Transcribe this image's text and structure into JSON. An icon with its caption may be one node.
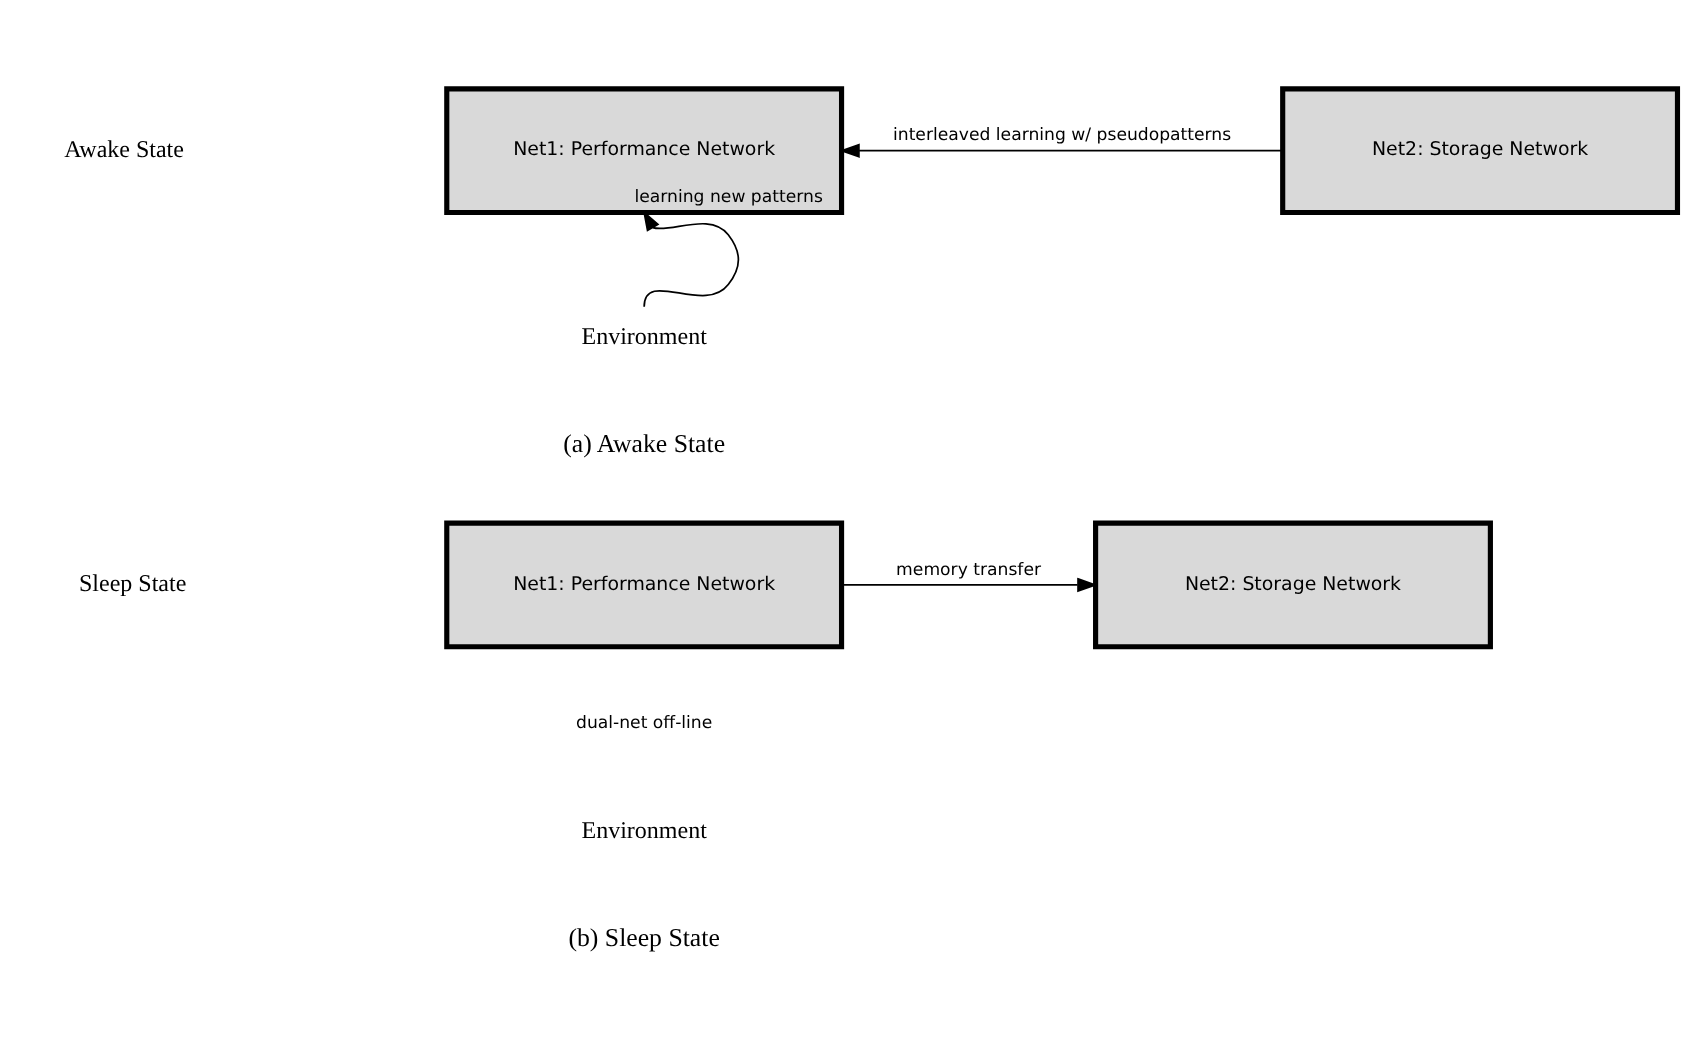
{
  "diagram": {
    "nodes": [
      {
        "text": [
          "Net1: Performance Network"
        ]
      },
      {
        "text": [
          "Net2: Storage Network"
        ]
      },
      {
        "text": [
          "Environment"
        ]
      },
      {
        "text": [
          "Net1: Performance Network"
        ]
      },
      {
        "text": [
          "Net2: Storage Network"
        ]
      }
    ],
    "edges": [
      {
        "from": 1,
        "to": 0,
        "arrow": "to",
        "label": "interleaved learning w/ pseudopatterns"
      },
      {
        "from": 2,
        "to": 0,
        "arrow": "to",
        "label": "learning new patterns"
      },
      {
        "from": 3,
        "to": 4,
        "arrow": "to",
        "label": "memory transfer"
      }
    ],
    "labels": [
      "Awake State",
      "(a) Awake State",
      "Sleep State",
      "dual-net off-line",
      "Environment",
      "(b) Sleep State"
    ]
  }
}
